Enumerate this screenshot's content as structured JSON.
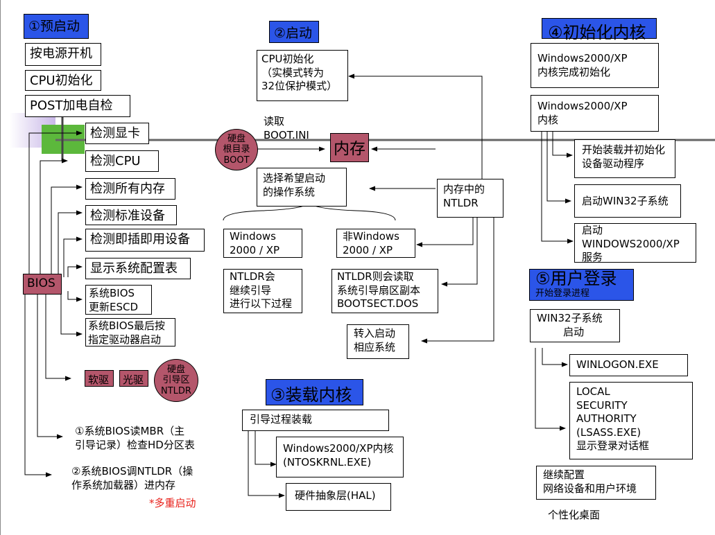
{
  "stages": {
    "pre_boot": "①预启动",
    "boot": "②启动",
    "load_kernel": "③装载内核",
    "init_kernel": "④初始化内核",
    "logon": "⑤用户登录",
    "logon_sub": "开始登录进程"
  },
  "preboot": {
    "power_on": "按电源开机",
    "cpu_init": "CPU初始化",
    "post": "POST加电自检",
    "detect_gpu": "检测显卡",
    "detect_cpu": "检测CPU",
    "detect_memory": "检测所有内存",
    "detect_std_devices": "检测标准设备",
    "detect_pnp": "检测即插即用设备",
    "show_config": "显示系统配置表",
    "update_escd": "系统BIOS\n更新ESCD",
    "boot_drive": "系统BIOS最后按\n指定驱动器启动",
    "bios": "BIOS",
    "floppy": "软驱",
    "cdrom": "光驱",
    "disk_boot": "硬盘\n引导区\nNTLDR",
    "note1": "①系统BIOS读MBR（主\n引导记录）检查HD分区表",
    "note2": "②系统BIOS调NTLDR（操\n作系统加载器）进内存",
    "multi_boot": "*多重启动"
  },
  "boot": {
    "cpu_init": "CPU初始化\n（实模式转为\n32位保护模式）",
    "read_boot_ini": "读取\nBOOT.INI",
    "disk_root": "硬盘\n根目录\nBOOT",
    "memory": "内存",
    "choose_os": "选择希望启动\n的操作系统",
    "ntldr_in_memory": "内存中的\nNTLDR",
    "windows": "Windows\n2000 / XP",
    "non_windows": "非Windows\n2000 / XP",
    "ntldr_continue": "NTLDR会\n继续引导\n进行以下过程",
    "ntldr_read": "NTLDR则会读取\n系统引导扇区副本\nBOOTSECT.DOS",
    "goto_system": "转入启动\n相应系统"
  },
  "load_kernel": {
    "boot_load": "引导过程装载",
    "kernel": "Windows2000/XP内核\n(NTOSKRNL.EXE)",
    "hal": "硬件抽象层(HAL)"
  },
  "init_kernel": {
    "done": "Windows2000/XP\n内核完成初始化",
    "kernel": "Windows2000/XP\n内核",
    "load_drivers": "开始装载并初始化\n设备驱动程序",
    "win32": "启动WIN32子系统",
    "services": "启动\nWINDOWS2000/XP\n服务"
  },
  "logon": {
    "win32_start": "WIN32子系统\n        启动",
    "winlogon": "WINLOGON.EXE",
    "lsass": "LOCAL\nSECURITY\nAUTHORITY\n(LSASS.EXE)\n显示登录对话框",
    "continue_config": "继续配置\n网络设备和用户环境",
    "desktop": "个性化桌面"
  },
  "colors": {
    "stage": "#2b55e8",
    "pink": "#b4566b",
    "deco_purple": "#c9b8e8",
    "deco_green": "#5cb83c",
    "deco_line": "#555555"
  }
}
